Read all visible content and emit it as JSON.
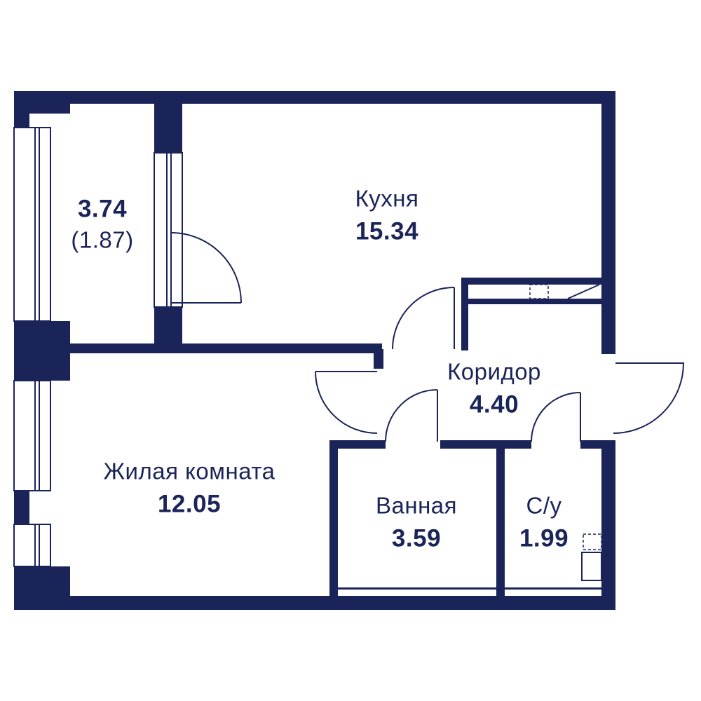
{
  "colors": {
    "wall": "#1b2459",
    "floor": "#ffffff",
    "text": "#1b2459"
  },
  "rooms": {
    "balcony": {
      "area": "3.74",
      "area_sub": "(1.87)"
    },
    "kitchen": {
      "name": "Кухня",
      "area": "15.34"
    },
    "corridor": {
      "name": "Коридор",
      "area": "4.40"
    },
    "living_room": {
      "name": "Жилая комната",
      "area": "12.05"
    },
    "bathroom": {
      "name": "Ванная",
      "area": "3.59"
    },
    "toilet": {
      "name": "С/у",
      "area": "1.99"
    }
  }
}
